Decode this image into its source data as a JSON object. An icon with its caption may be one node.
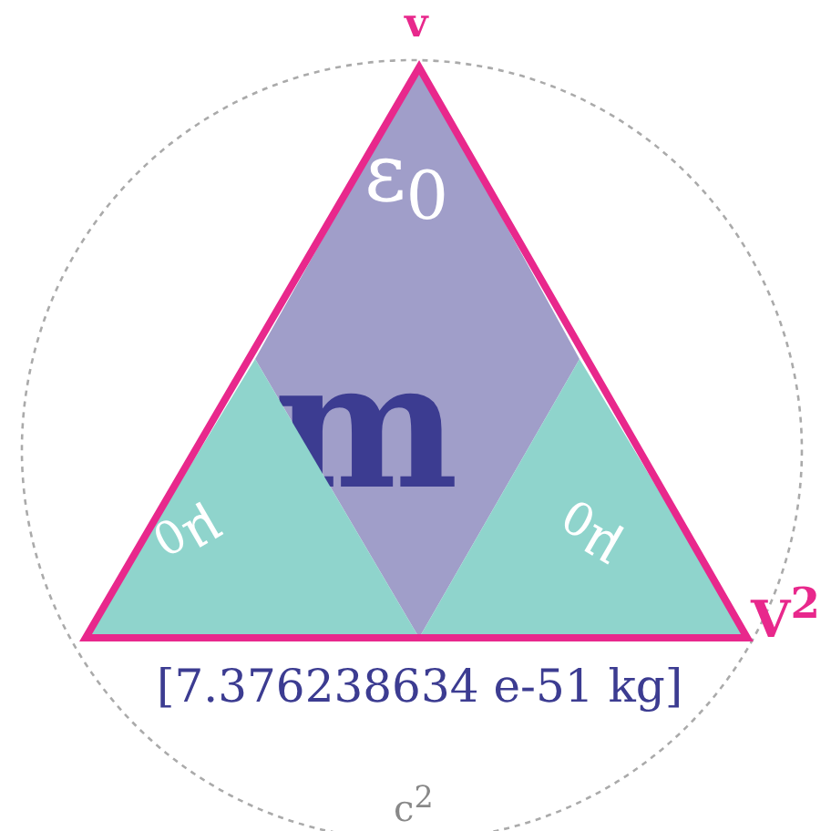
{
  "diagram": {
    "nodes": [
      {
        "text": [
          "ε$_{0}$",
          "m"
        ]
      },
      {
        "text": [
          "μ$_{0}$"
        ]
      },
      {
        "text": [
          "μ$_{0}$"
        ]
      }
    ],
    "labels": [
      "v",
      "V$^{2}$",
      "[7.376238634 e-51 kg]",
      "c$^{2}$"
    ]
  }
}
